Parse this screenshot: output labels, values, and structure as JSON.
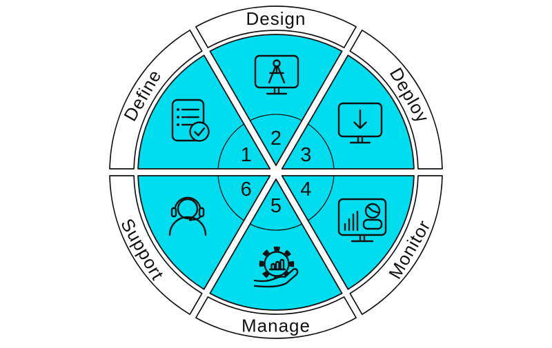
{
  "colors": {
    "wheel_fill": "#00ddee",
    "ring_fill": "#ffffff",
    "outline": "#111111",
    "background": "#ffffff"
  },
  "diagram": {
    "type": "segmented-cycle-wheel",
    "segment_count": 6,
    "segments": [
      {
        "label": "Design",
        "number": "2",
        "icon": "design-compass-monitor-icon"
      },
      {
        "label": "Deploy",
        "number": "3",
        "icon": "deploy-download-monitor-icon"
      },
      {
        "label": "Monitor",
        "number": "4",
        "icon": "monitor-analytics-icon"
      },
      {
        "label": "Manage",
        "number": "5",
        "icon": "manage-gear-hand-icon"
      },
      {
        "label": "Support",
        "number": "6",
        "icon": "support-headset-icon"
      },
      {
        "label": "Define",
        "number": "1",
        "icon": "define-checklist-icon"
      }
    ]
  }
}
